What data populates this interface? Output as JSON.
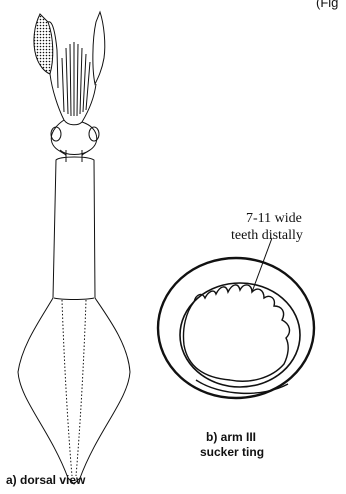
{
  "header_fragment": "(Fig",
  "panel_a": {
    "caption": "a)  dorsal view"
  },
  "panel_b": {
    "caption_line1": "b) arm III",
    "caption_line2": "sucker ting",
    "annotation_line1": "7-11 wide",
    "annotation_line2": "teeth distally"
  },
  "colors": {
    "ink": "#111111",
    "background": "#ffffff"
  }
}
